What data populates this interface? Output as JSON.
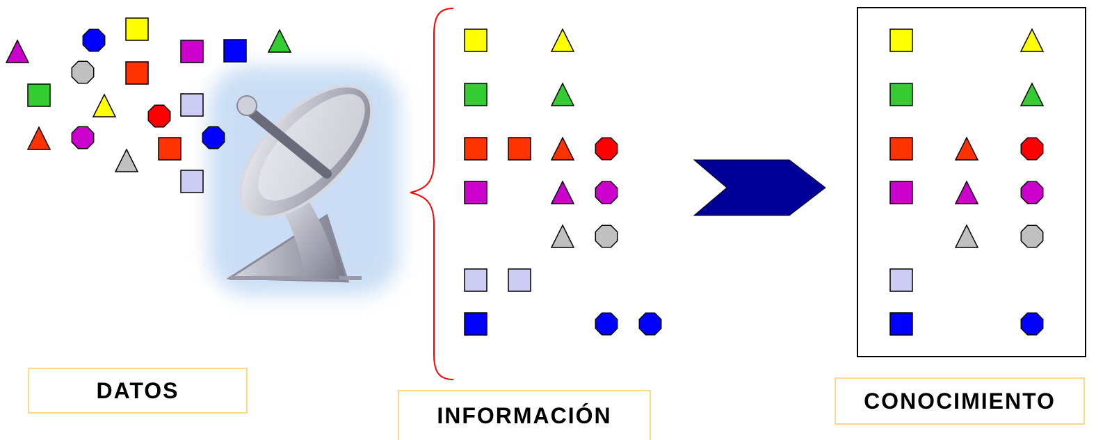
{
  "colors": {
    "yellow": "#ffff00",
    "green": "#33cc33",
    "orange": "#ff3300",
    "red": "#ff0000",
    "magenta": "#cc00cc",
    "blue": "#0000ff",
    "gray": "#c0c0c0",
    "lavender": "#ccccf5",
    "arrow": "#000099",
    "brace": "#ff0000",
    "label_border": "#ffd98a"
  },
  "labels": {
    "datos": "DATOS",
    "informacion": "INFORMACIÓN",
    "conocimiento": "CONOCIMIENTO"
  },
  "icons": {
    "antenna": "satellite-dish-icon",
    "arrow": "chevron-arrow-icon"
  },
  "datos_shapes": [
    {
      "shape": "triangle",
      "color": "magenta"
    },
    {
      "shape": "octagon",
      "color": "blue"
    },
    {
      "shape": "square",
      "color": "yellow"
    },
    {
      "shape": "square",
      "color": "magenta"
    },
    {
      "shape": "square",
      "color": "blue"
    },
    {
      "shape": "triangle",
      "color": "green"
    },
    {
      "shape": "octagon",
      "color": "gray"
    },
    {
      "shape": "square",
      "color": "orange"
    },
    {
      "shape": "square",
      "color": "green"
    },
    {
      "shape": "triangle",
      "color": "yellow"
    },
    {
      "shape": "octagon",
      "color": "red"
    },
    {
      "shape": "square",
      "color": "lavender"
    },
    {
      "shape": "triangle",
      "color": "orange"
    },
    {
      "shape": "octagon",
      "color": "magenta"
    },
    {
      "shape": "square",
      "color": "orange"
    },
    {
      "shape": "octagon",
      "color": "blue"
    },
    {
      "shape": "triangle",
      "color": "gray"
    },
    {
      "shape": "square",
      "color": "lavender"
    }
  ],
  "informacion_rows": [
    [
      {
        "shape": "square",
        "color": "yellow"
      },
      null,
      {
        "shape": "triangle",
        "color": "yellow"
      },
      null,
      null
    ],
    [
      {
        "shape": "square",
        "color": "green"
      },
      null,
      {
        "shape": "triangle",
        "color": "green"
      },
      null,
      null
    ],
    [
      {
        "shape": "square",
        "color": "orange"
      },
      {
        "shape": "square",
        "color": "orange"
      },
      {
        "shape": "triangle",
        "color": "orange"
      },
      {
        "shape": "octagon",
        "color": "red"
      },
      null
    ],
    [
      {
        "shape": "square",
        "color": "magenta"
      },
      null,
      {
        "shape": "triangle",
        "color": "magenta"
      },
      {
        "shape": "octagon",
        "color": "magenta"
      },
      null
    ],
    [
      null,
      null,
      {
        "shape": "triangle",
        "color": "gray"
      },
      {
        "shape": "octagon",
        "color": "gray"
      },
      null
    ],
    [
      {
        "shape": "square",
        "color": "lavender"
      },
      {
        "shape": "square",
        "color": "lavender"
      },
      null,
      null,
      null
    ],
    [
      {
        "shape": "square",
        "color": "blue"
      },
      null,
      null,
      {
        "shape": "octagon",
        "color": "blue"
      },
      {
        "shape": "octagon",
        "color": "blue"
      }
    ]
  ],
  "conocimiento_rows": [
    [
      {
        "shape": "square",
        "color": "yellow"
      },
      null,
      {
        "shape": "triangle",
        "color": "yellow"
      }
    ],
    [
      {
        "shape": "square",
        "color": "green"
      },
      null,
      {
        "shape": "triangle",
        "color": "green"
      }
    ],
    [
      {
        "shape": "square",
        "color": "orange"
      },
      {
        "shape": "triangle",
        "color": "orange"
      },
      {
        "shape": "octagon",
        "color": "red"
      }
    ],
    [
      {
        "shape": "square",
        "color": "magenta"
      },
      {
        "shape": "triangle",
        "color": "magenta"
      },
      {
        "shape": "octagon",
        "color": "magenta"
      }
    ],
    [
      null,
      {
        "shape": "triangle",
        "color": "gray"
      },
      {
        "shape": "octagon",
        "color": "gray"
      }
    ],
    [
      {
        "shape": "square",
        "color": "lavender"
      },
      null,
      null
    ],
    [
      {
        "shape": "square",
        "color": "blue"
      },
      null,
      {
        "shape": "octagon",
        "color": "blue"
      }
    ]
  ]
}
